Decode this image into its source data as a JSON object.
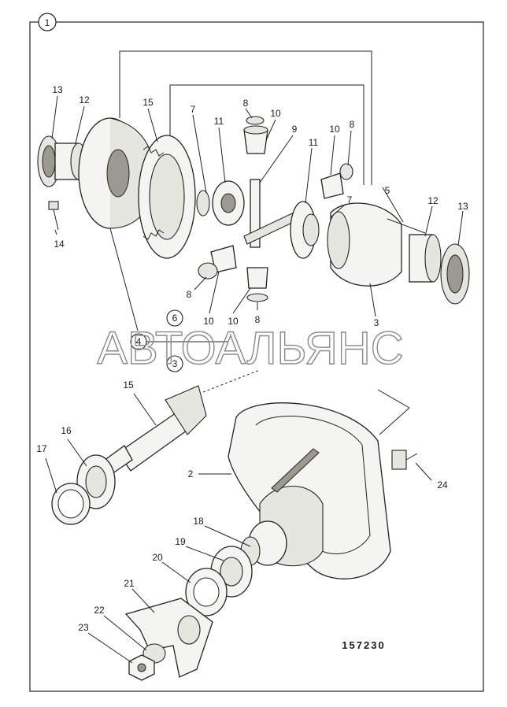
{
  "figure_number": "1",
  "watermark": "АВТОАЛЬЯНС",
  "drawing_code": "157230",
  "circled_callouts": [
    "6",
    "4",
    "3"
  ],
  "labels": {
    "l13a": "13",
    "l12a": "12",
    "l15a": "15",
    "l7a": "7",
    "l11a": "11",
    "l8a": "8",
    "l10a": "10",
    "l9": "9",
    "l11b": "11",
    "l10b": "10",
    "l8b": "8",
    "l5": "5",
    "l7b": "7",
    "l12b": "12",
    "l13b": "13",
    "l14": "14",
    "l8c": "8",
    "l10c": "10",
    "l10d": "10",
    "l8d": "8",
    "l3": "3",
    "l15b": "15",
    "l16": "16",
    "l17": "17",
    "l2": "2",
    "l24": "24",
    "l18": "18",
    "l19": "19",
    "l20": "20",
    "l21": "21",
    "l22": "22",
    "l23": "23"
  }
}
